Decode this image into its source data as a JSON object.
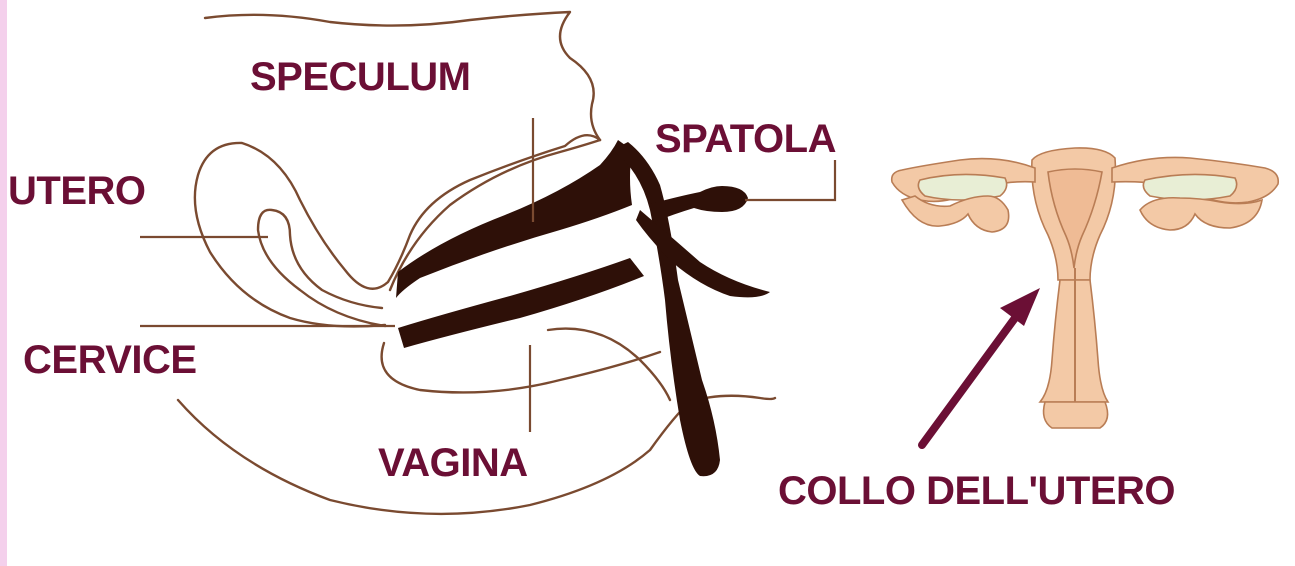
{
  "colors": {
    "label": "#6b0f35",
    "outline": "#7a4a30",
    "instrument": "#2e1008",
    "uterus_fill": "#f3c9a6",
    "uterus_stroke": "#b97d55",
    "ovary_fill": "#e8eed5",
    "arrow": "#6b0f35",
    "edge_strip": "#f4d0ec"
  },
  "labels": {
    "speculum": "SPECULUM",
    "spatola": "SPATOLA",
    "utero": "UTERO",
    "cervice": "CERVICE",
    "vagina": "VAGINA",
    "collo_dell_utero": "COLLO DELL'UTERO"
  }
}
